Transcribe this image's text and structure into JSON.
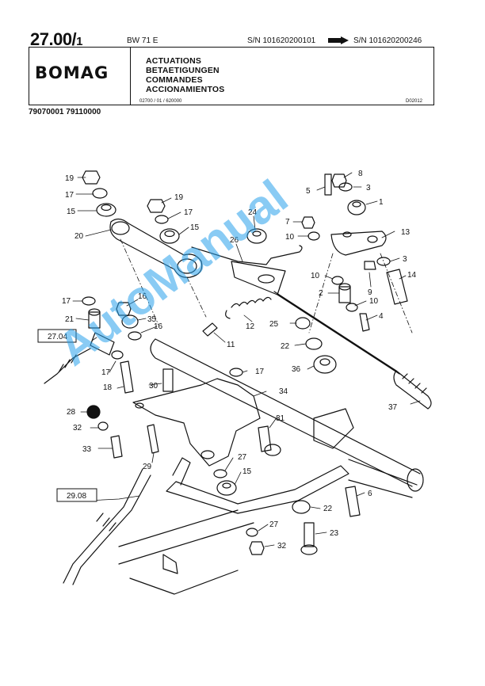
{
  "header": {
    "page_number": "27.00/",
    "page_sub": "1",
    "model": "BW 71 E",
    "sn_from": "S/N 101620200101",
    "sn_to": "S/N 101620200246",
    "brand": "BOMAG",
    "titles": [
      "ACTUATIONS",
      "BETAETIGUNGEN",
      "COMMANDES",
      "ACCIONAMIENTOS"
    ],
    "ref_code": "02700 / 01 / 620000",
    "drawing_code": "D02012",
    "part_codes": "79070001   79110000"
  },
  "refs": {
    "box_a": "27.04",
    "box_b": "29.08"
  },
  "callouts": {
    "c19a": "19",
    "c17a": "17",
    "c15a": "15",
    "c20": "20",
    "c19b": "19",
    "c17b": "17",
    "c15b": "15",
    "c24": "24",
    "c26": "26",
    "c8": "8",
    "c3a": "3",
    "c5": "5",
    "c1": "1",
    "c7": "7",
    "c10a": "10",
    "c13": "13",
    "c3b": "3",
    "c10b": "10",
    "c9": "9",
    "c14": "14",
    "c2": "2",
    "c10c": "10",
    "c4": "4",
    "c17c": "17",
    "c16a": "16",
    "c21": "21",
    "c35": "35",
    "c16b": "16",
    "c12": "12",
    "c25": "25",
    "c22a": "22",
    "c11": "11",
    "c36": "36",
    "c17d": "17",
    "c17e": "17",
    "c18": "18",
    "c30": "30",
    "c34": "34",
    "c28": "28",
    "c32a": "32",
    "c33": "33",
    "c37": "37",
    "c31": "31",
    "c29": "29",
    "c27a": "27",
    "c15c": "15",
    "c6": "6",
    "c22b": "22",
    "c27b": "27",
    "c23": "23",
    "c32b": "32"
  },
  "watermark": "AutoManual"
}
